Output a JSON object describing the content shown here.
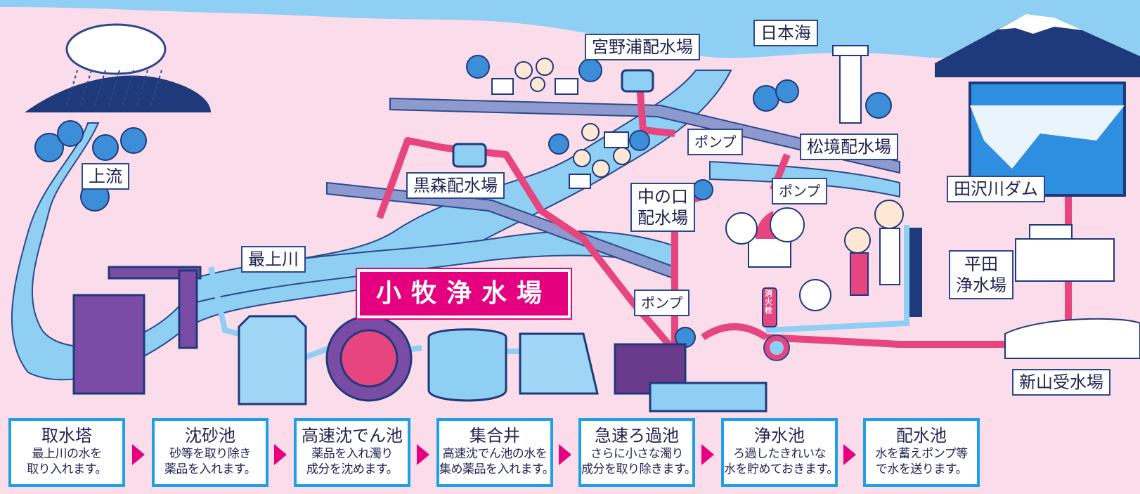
{
  "title": "小牧浄水場",
  "labels": {
    "upstream": "上流",
    "mogami_river": "最上川",
    "miyanoura": "宮野浦配水場",
    "japan_sea": "日本海",
    "matsusakai": "松境配水場",
    "kuromori": "黒森配水場",
    "nakanokuchi": "中の口\n配水場",
    "pump_top": "ポンプ",
    "pump_mid": "ポンプ",
    "pump_low": "ポンプ",
    "tazawagawa_dam": "田沢川ダム",
    "hirata": "平田\n浄水場",
    "shinyama": "新山受水場",
    "hydrant": "消火栓"
  },
  "steps": [
    {
      "title": "取水塔",
      "desc": "最上川の水を\n取り入れます。"
    },
    {
      "title": "沈砂池",
      "desc": "砂等を取り除き\n薬品を入れます。"
    },
    {
      "title": "高速沈でん池",
      "desc": "薬品を入れ濁り\n成分を沈めます。"
    },
    {
      "title": "集合井",
      "desc": "高速沈でん池の水を\n集め薬品を入れます。"
    },
    {
      "title": "急速ろ過池",
      "desc": "さらに小さな濁り\n成分を取り除きます。"
    },
    {
      "title": "浄水池",
      "desc": "ろ過したきれいな\n水を貯めておきます。"
    },
    {
      "title": "配水池",
      "desc": "水を蓄えポンプ等\nで水を送ります。"
    }
  ],
  "colors": {
    "sky": "#6cc7f0",
    "land": "#fbdcea",
    "river": "#8ecff3",
    "pipe_pink": "#e6457f",
    "road": "#8d9ad0",
    "facility": "#6a3a8c",
    "accent": "#e4007f",
    "card_border": "#1ea0e6"
  }
}
